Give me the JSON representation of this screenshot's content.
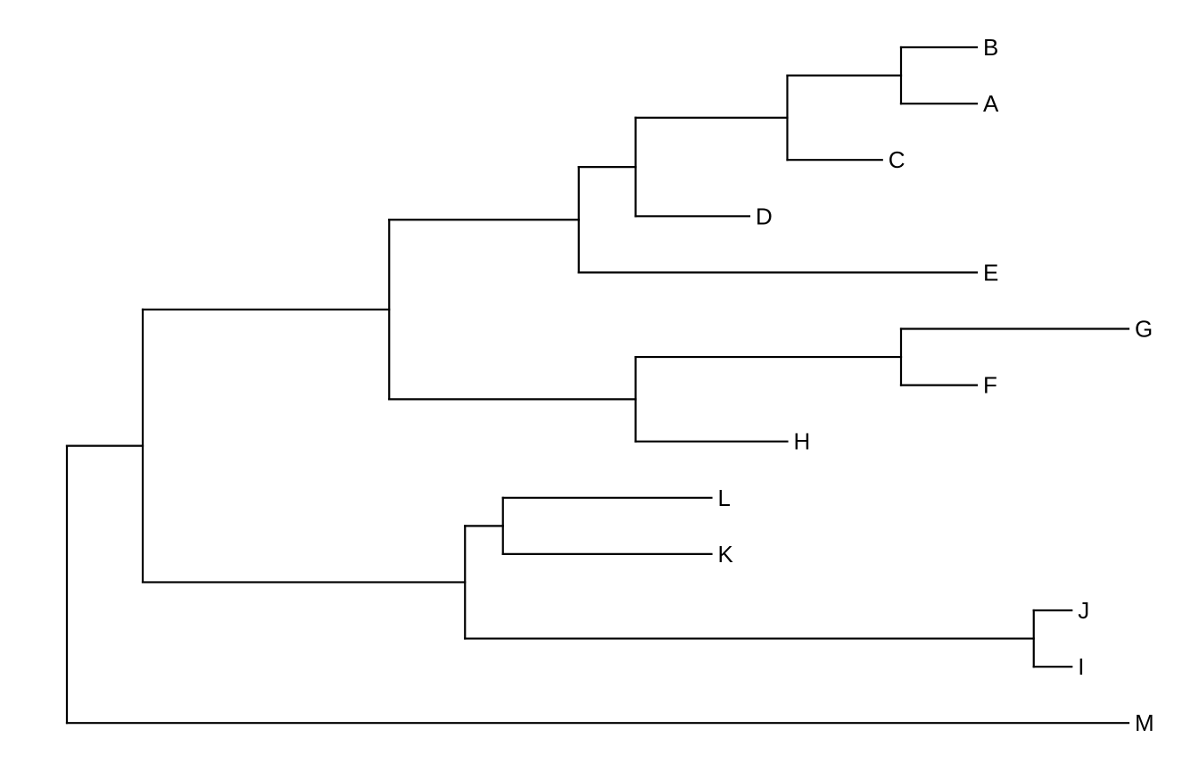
{
  "tree": {
    "root": {
      "id": "root",
      "x": 0,
      "children": [
        {
          "id": "n1",
          "x": 0.4,
          "children": [
            {
              "id": "n2",
              "x": 1.7,
              "children": [
                {
                  "id": "n3",
                  "x": 2.7,
                  "children": [
                    {
                      "id": "n4",
                      "x": 3.0,
                      "children": [
                        {
                          "id": "n5",
                          "x": 3.8,
                          "children": [
                            {
                              "id": "n6",
                              "x": 4.4,
                              "children": [
                                {
                                  "id": "tip-B",
                                  "label": "B",
                                  "x": 4.8
                                },
                                {
                                  "id": "tip-A",
                                  "label": "A",
                                  "x": 4.8
                                }
                              ]
                            },
                            {
                              "id": "tip-C",
                              "label": "C",
                              "x": 4.3
                            }
                          ]
                        },
                        {
                          "id": "tip-D",
                          "label": "D",
                          "x": 3.6
                        }
                      ]
                    },
                    {
                      "id": "tip-E",
                      "label": "E",
                      "x": 4.8
                    }
                  ]
                },
                {
                  "id": "n7",
                  "x": 3.0,
                  "children": [
                    {
                      "id": "n8",
                      "x": 4.4,
                      "children": [
                        {
                          "id": "tip-G",
                          "label": "G",
                          "x": 5.6
                        },
                        {
                          "id": "tip-F",
                          "label": "F",
                          "x": 4.8
                        }
                      ]
                    },
                    {
                      "id": "tip-H",
                      "label": "H",
                      "x": 3.8
                    }
                  ]
                }
              ]
            },
            {
              "id": "n9",
              "x": 2.1,
              "children": [
                {
                  "id": "n10",
                  "x": 2.3,
                  "children": [
                    {
                      "id": "tip-L",
                      "label": "L",
                      "x": 3.4
                    },
                    {
                      "id": "tip-K",
                      "label": "K",
                      "x": 3.4
                    }
                  ]
                },
                {
                  "id": "n11",
                  "x": 5.1,
                  "children": [
                    {
                      "id": "tip-J",
                      "label": "J",
                      "x": 5.3
                    },
                    {
                      "id": "tip-I",
                      "label": "I",
                      "x": 5.3
                    }
                  ]
                }
              ]
            }
          ]
        },
        {
          "id": "tip-M",
          "label": "M",
          "x": 5.6
        }
      ]
    }
  }
}
